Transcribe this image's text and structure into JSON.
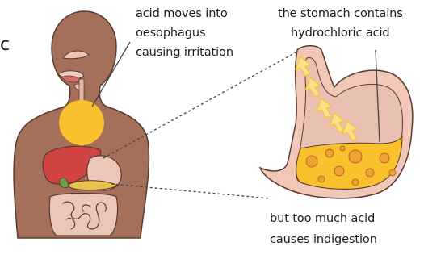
{
  "labels": {
    "oesophagus": [
      "acid moves into",
      "oesophagus",
      "causing irritation"
    ],
    "stomach_acid": [
      "the stomach contains",
      "hydrochloric acid"
    ],
    "indigestion": [
      "but too much acid",
      "causes indigestion"
    ],
    "edge_fragment": "c"
  },
  "colors": {
    "skin": "#a4705a",
    "outline": "#5a3a2e",
    "acid_yellow": "#f9c12e",
    "acid_light": "#fde08a",
    "stomach_wall": "#f1c8b8",
    "stomach_inner": "#e9c1b2",
    "liver": "#d24343",
    "intestine": "#ebc7b9",
    "bubble": "#f0a233",
    "leader_line": "#444444"
  },
  "icons": {
    "body": "human-torso-silhouette",
    "stomach": "stomach-cross-section",
    "arrows": "upward-acid-reflux-arrows"
  }
}
